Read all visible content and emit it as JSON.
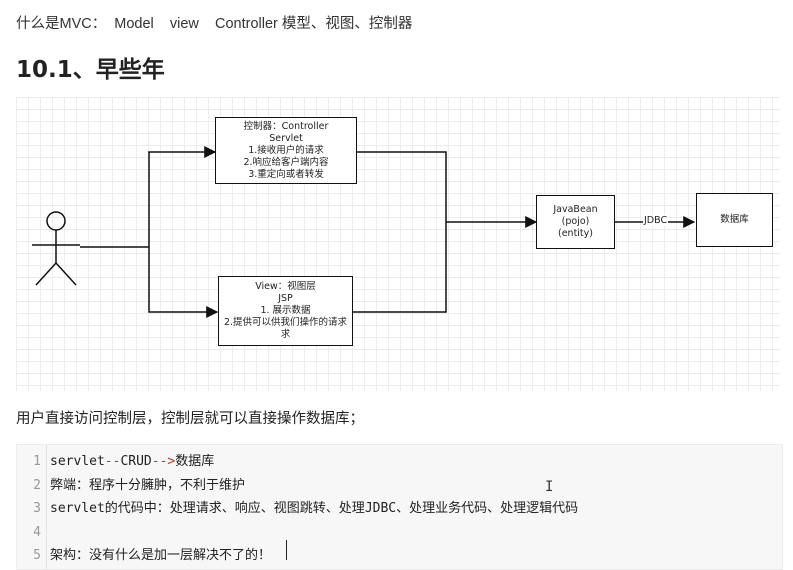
{
  "intro": "什么是MVC：  Model    view    Controller 模型、视图、控制器",
  "heading": "10.1、早些年",
  "diagram": {
    "controller": [
      "控制器：Controller",
      "Servlet",
      "1.接收用户的请求",
      "2.响应给客户端内容",
      "3.重定向或者转发"
    ],
    "view": [
      "View：视图层",
      "JSP",
      "1. 展示数据",
      "2.提供可以供我们操作的请求",
      "求"
    ],
    "javabean": [
      "JavaBean",
      "(pojo)",
      "(entity)"
    ],
    "jdbc_label": "JDBC",
    "database": "数据库",
    "actor": "user-stick-figure"
  },
  "summary": "用户直接访问控制层，控制层就可以直接操作数据库；",
  "code": {
    "lines": [
      {
        "num": "1",
        "parts": [
          {
            "t": "servlet",
            "c": "kw"
          },
          {
            "t": "--",
            "c": "op"
          },
          {
            "t": "CRUD",
            "c": "kw"
          },
          {
            "t": "-->",
            "c": "op"
          },
          {
            "t": "数据库",
            "c": "zh"
          }
        ]
      },
      {
        "num": "2",
        "parts": [
          {
            "t": "弊端：程序十分臃肿，不利于维护",
            "c": "zh"
          }
        ]
      },
      {
        "num": "3",
        "parts": [
          {
            "t": "servlet",
            "c": "kw"
          },
          {
            "t": "的代码中：处理请求、响应、视图跳转、处理",
            "c": "zh"
          },
          {
            "t": "JDBC",
            "c": "kw"
          },
          {
            "t": "、处理业务代码、处理逻辑代码",
            "c": "zh"
          }
        ]
      },
      {
        "num": "4",
        "parts": []
      },
      {
        "num": "5",
        "parts": [
          {
            "t": "架构：没有什么是加一层解决不了的！",
            "c": "zh"
          }
        ]
      }
    ]
  }
}
